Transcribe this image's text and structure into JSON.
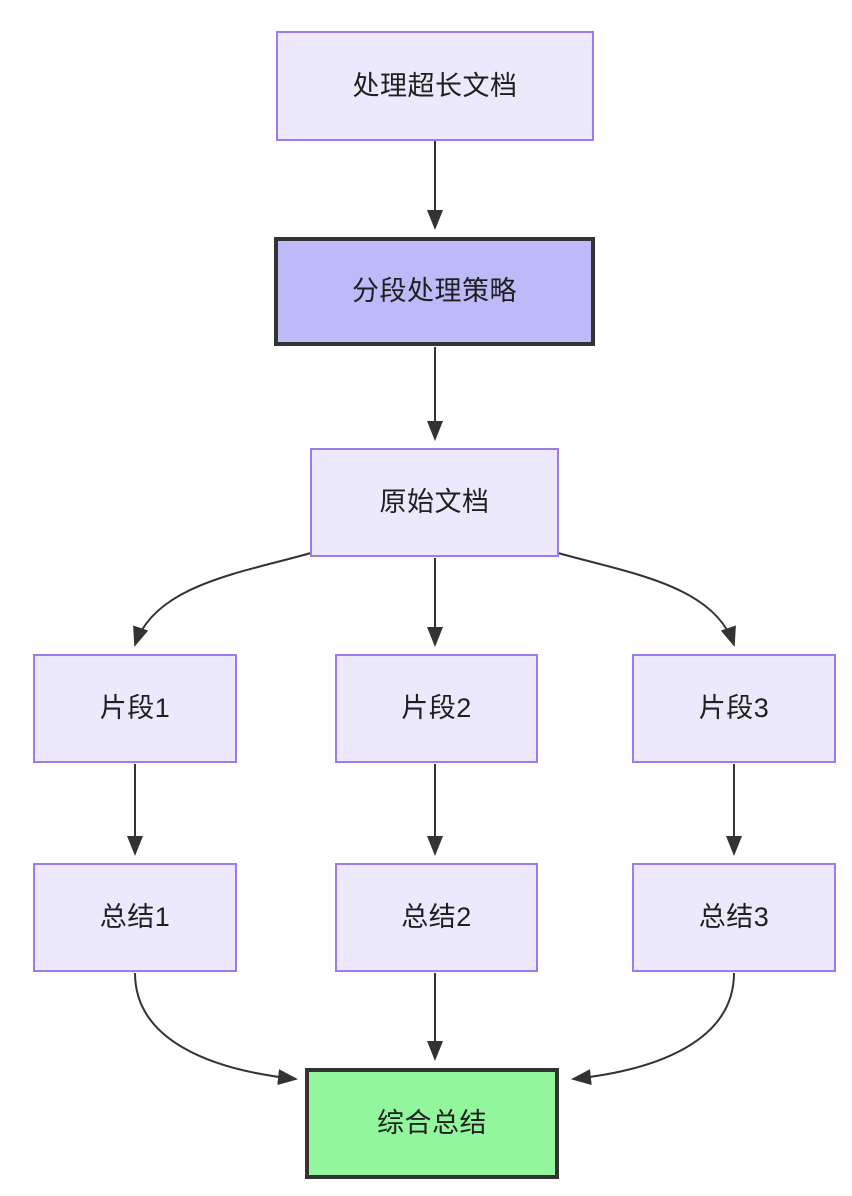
{
  "diagram": {
    "type": "flowchart",
    "direction": "top-to-bottom",
    "title": "",
    "colors": {
      "plain_fill": "#ECE9FD",
      "plain_border": "#9B7BEE",
      "strategy_fill": "#BCBAF8",
      "strategy_border": "#333333",
      "final_fill": "#92F79C",
      "final_border": "#333333",
      "edge": "#333333",
      "text": "#1f1f1f",
      "background": "#FFFFFF"
    },
    "nodes": [
      {
        "id": "doc",
        "label": "处理超长文档",
        "style": "plain"
      },
      {
        "id": "strategy",
        "label": "分段处理策略",
        "style": "strategy"
      },
      {
        "id": "source",
        "label": "原始文档",
        "style": "plain"
      },
      {
        "id": "frag1",
        "label": "片段1",
        "style": "plain"
      },
      {
        "id": "frag2",
        "label": "片段2",
        "style": "plain"
      },
      {
        "id": "frag3",
        "label": "片段3",
        "style": "plain"
      },
      {
        "id": "sum1",
        "label": "总结1",
        "style": "plain"
      },
      {
        "id": "sum2",
        "label": "总结2",
        "style": "plain"
      },
      {
        "id": "sum3",
        "label": "总结3",
        "style": "plain"
      },
      {
        "id": "final",
        "label": "综合总结",
        "style": "final"
      }
    ],
    "edges": [
      {
        "from": "doc",
        "to": "strategy",
        "label": ""
      },
      {
        "from": "strategy",
        "to": "source",
        "label": ""
      },
      {
        "from": "source",
        "to": "frag1",
        "label": ""
      },
      {
        "from": "source",
        "to": "frag2",
        "label": ""
      },
      {
        "from": "source",
        "to": "frag3",
        "label": ""
      },
      {
        "from": "frag1",
        "to": "sum1",
        "label": ""
      },
      {
        "from": "frag2",
        "to": "sum2",
        "label": ""
      },
      {
        "from": "frag3",
        "to": "sum3",
        "label": ""
      },
      {
        "from": "sum1",
        "to": "final",
        "label": ""
      },
      {
        "from": "sum2",
        "to": "final",
        "label": ""
      },
      {
        "from": "sum3",
        "to": "final",
        "label": ""
      }
    ]
  }
}
